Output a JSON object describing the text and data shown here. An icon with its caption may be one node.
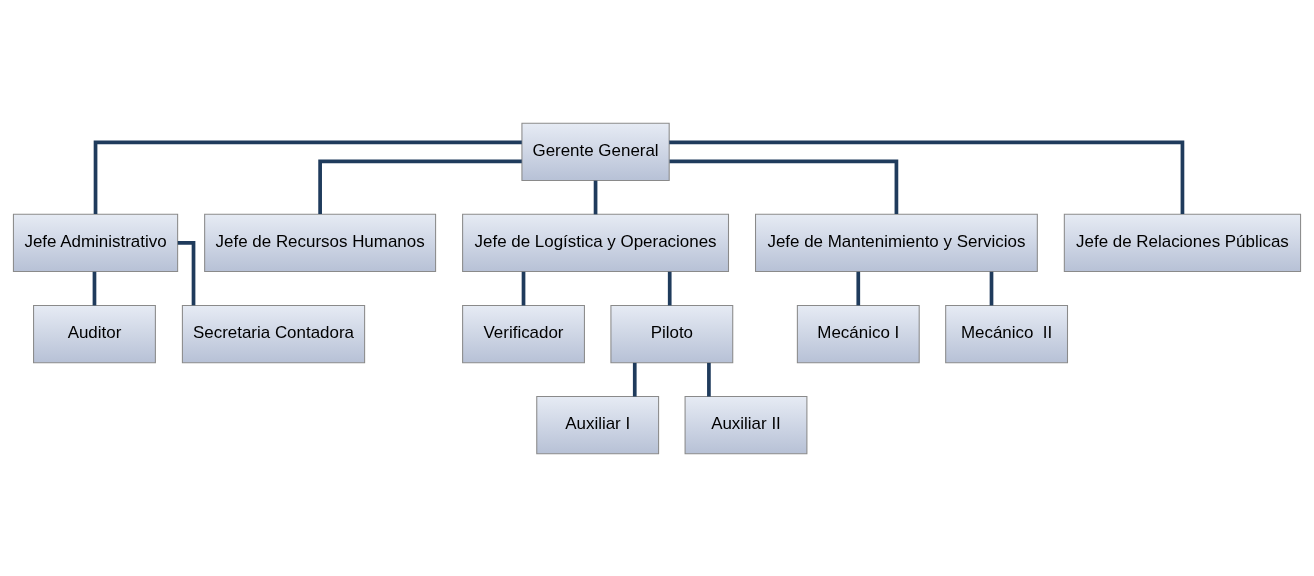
{
  "diagram": {
    "nodes": [
      {
        "text": [
          "Gerente General"
        ]
      },
      {
        "text": [
          "Jefe Administrativo"
        ]
      },
      {
        "text": [
          "Jefe de Recursos Humanos"
        ]
      },
      {
        "text": [
          "Jefe de Logística y Operaciones"
        ]
      },
      {
        "text": [
          "Jefe de Mantenimiento y Servicios"
        ]
      },
      {
        "text": [
          "Jefe de Relaciones Públicas"
        ]
      },
      {
        "text": [
          "Auditor"
        ]
      },
      {
        "text": [
          "Secretaria Contadora"
        ]
      },
      {
        "text": [
          "Verificador"
        ]
      },
      {
        "text": [
          "Piloto"
        ]
      },
      {
        "text": [
          "Mecánico I"
        ]
      },
      {
        "text": [
          "Mecánico  II"
        ]
      },
      {
        "text": [
          "Auxiliar I"
        ]
      },
      {
        "text": [
          "Auxiliar II"
        ]
      }
    ],
    "edges": [
      {
        "from": 0,
        "to": 1,
        "arrow": "none"
      },
      {
        "from": 0,
        "to": 2,
        "arrow": "none"
      },
      {
        "from": 0,
        "to": 3,
        "arrow": "none"
      },
      {
        "from": 0,
        "to": 4,
        "arrow": "none"
      },
      {
        "from": 0,
        "to": 5,
        "arrow": "none"
      },
      {
        "from": 1,
        "to": 6,
        "arrow": "none"
      },
      {
        "from": 1,
        "to": 7,
        "arrow": "none"
      },
      {
        "from": 3,
        "to": 8,
        "arrow": "none"
      },
      {
        "from": 3,
        "to": 9,
        "arrow": "none"
      },
      {
        "from": 4,
        "to": 10,
        "arrow": "none"
      },
      {
        "from": 4,
        "to": 11,
        "arrow": "none"
      },
      {
        "from": 9,
        "to": 12,
        "arrow": "none"
      },
      {
        "from": 9,
        "to": 13,
        "arrow": "none"
      }
    ]
  }
}
